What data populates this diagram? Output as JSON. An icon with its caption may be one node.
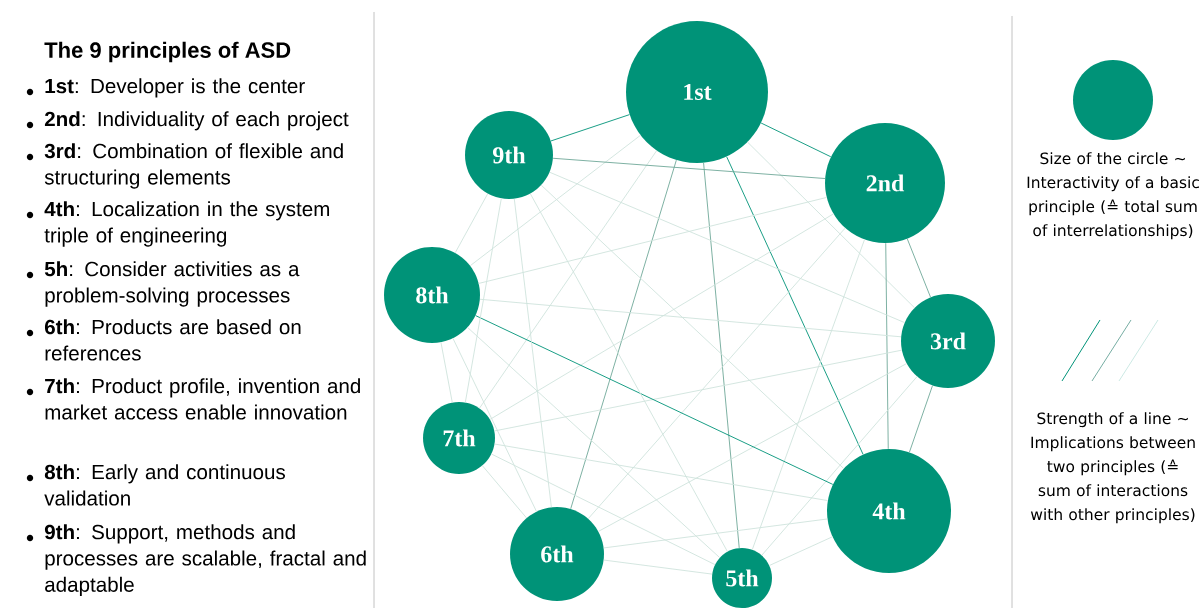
{
  "diagram": {
    "title": "The 9 principles of ASD",
    "nodes": [
      {
        "text": [
          "1st"
        ]
      },
      {
        "text": [
          "2nd"
        ]
      },
      {
        "text": [
          "3rd"
        ]
      },
      {
        "text": [
          "4th"
        ]
      },
      {
        "text": [
          "5th"
        ]
      },
      {
        "text": [
          "6th"
        ]
      },
      {
        "text": [
          "7th"
        ]
      },
      {
        "text": [
          "8th"
        ]
      },
      {
        "text": [
          "9th"
        ]
      }
    ],
    "edges": [
      {
        "from": 0,
        "to": 1,
        "arrow": "none",
        "color": "#009378"
      },
      {
        "from": 0,
        "to": 2,
        "arrow": "none"
      },
      {
        "from": 0,
        "to": 3,
        "arrow": "none",
        "color": "#009378"
      },
      {
        "from": 0,
        "to": 4,
        "arrow": "none",
        "color": "#6fa898"
      },
      {
        "from": 0,
        "to": 5,
        "arrow": "none",
        "color": "#6fa898"
      },
      {
        "from": 0,
        "to": 6,
        "arrow": "none"
      },
      {
        "from": 0,
        "to": 7,
        "arrow": "none"
      },
      {
        "from": 0,
        "to": 8,
        "arrow": "none",
        "color": "#009378"
      },
      {
        "from": 1,
        "to": 2,
        "arrow": "none",
        "color": "#6fa898"
      },
      {
        "from": 1,
        "to": 3,
        "arrow": "none",
        "color": "#6fa898"
      },
      {
        "from": 1,
        "to": 4,
        "arrow": "none"
      },
      {
        "from": 1,
        "to": 5,
        "arrow": "none"
      },
      {
        "from": 1,
        "to": 6,
        "arrow": "none"
      },
      {
        "from": 1,
        "to": 7,
        "arrow": "none"
      },
      {
        "from": 1,
        "to": 8,
        "arrow": "none",
        "color": "#6fa898"
      },
      {
        "from": 2,
        "to": 3,
        "arrow": "none",
        "color": "#6fa898"
      },
      {
        "from": 2,
        "to": 4,
        "arrow": "none"
      },
      {
        "from": 2,
        "to": 5,
        "arrow": "none"
      },
      {
        "from": 2,
        "to": 6,
        "arrow": "none"
      },
      {
        "from": 2,
        "to": 7,
        "arrow": "none"
      },
      {
        "from": 2,
        "to": 8,
        "arrow": "none"
      },
      {
        "from": 3,
        "to": 4,
        "arrow": "none"
      },
      {
        "from": 3,
        "to": 5,
        "arrow": "none"
      },
      {
        "from": 3,
        "to": 6,
        "arrow": "none"
      },
      {
        "from": 3,
        "to": 7,
        "arrow": "none",
        "color": "#009378"
      },
      {
        "from": 3,
        "to": 8,
        "arrow": "none"
      },
      {
        "from": 4,
        "to": 5,
        "arrow": "none"
      },
      {
        "from": 4,
        "to": 6,
        "arrow": "none"
      },
      {
        "from": 4,
        "to": 7,
        "arrow": "none"
      },
      {
        "from": 4,
        "to": 8,
        "arrow": "none"
      },
      {
        "from": 5,
        "to": 6,
        "arrow": "none"
      },
      {
        "from": 5,
        "to": 7,
        "arrow": "none"
      },
      {
        "from": 5,
        "to": 8,
        "arrow": "none"
      },
      {
        "from": 6,
        "to": 7,
        "arrow": "none"
      },
      {
        "from": 6,
        "to": 8,
        "arrow": "none"
      },
      {
        "from": 7,
        "to": 8,
        "arrow": "none"
      }
    ],
    "labels": [
      "**1st**: Developer is the center",
      "**2nd**: Individuality of each project",
      "**3rd**: Combination of flexible and structuring elements",
      "**4th**: Localization in the system triple of engineering",
      "**5h**: Consider activities as a problem-solving processes",
      "**6th**: Products are based on references",
      "**7th**: Product profile, invention and market access enable innovation",
      "**8th**: Early and continuous validation",
      "**9th**: Support, methods and processes are scalable, fractal and adaptable"
    ],
    "legend": [
      {
        "text": "Size of the circle ~ Interactivity of a basic principle (≙ total sum of interrelationships)"
      },
      {
        "text": "Strength of a line ~ Implications between two principles (≙ sum of interactions with other principles)"
      }
    ]
  }
}
